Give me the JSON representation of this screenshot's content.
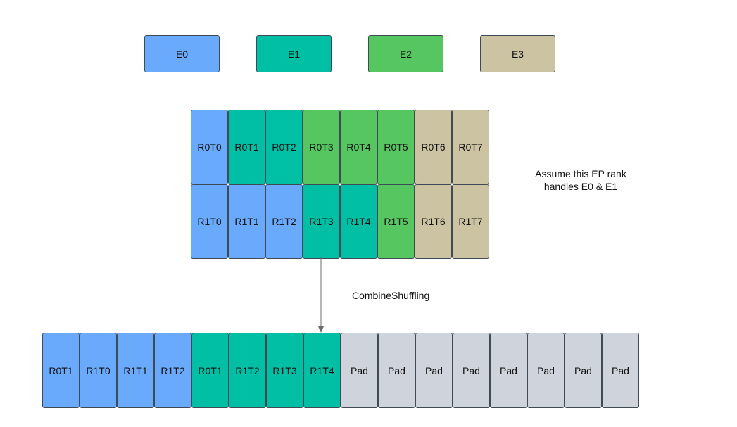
{
  "colors": {
    "E0": "#6aaafc",
    "E1": "#00bfa5",
    "E2": "#56c660",
    "E3": "#cbc3a1",
    "Pad": "#cfd4dc"
  },
  "legend": [
    {
      "label": "E0",
      "expert": "E0"
    },
    {
      "label": "E1",
      "expert": "E1"
    },
    {
      "label": "E2",
      "expert": "E2"
    },
    {
      "label": "E3",
      "expert": "E3"
    }
  ],
  "input_rows": [
    {
      "cells": [
        {
          "label": "R0T0",
          "expert": "E0"
        },
        {
          "label": "R0T1",
          "expert": "E1"
        },
        {
          "label": "R0T2",
          "expert": "E1"
        },
        {
          "label": "R0T3",
          "expert": "E2"
        },
        {
          "label": "R0T4",
          "expert": "E2"
        },
        {
          "label": "R0T5",
          "expert": "E2"
        },
        {
          "label": "R0T6",
          "expert": "E3"
        },
        {
          "label": "R0T7",
          "expert": "E3"
        }
      ]
    },
    {
      "cells": [
        {
          "label": "R1T0",
          "expert": "E0"
        },
        {
          "label": "R1T1",
          "expert": "E0"
        },
        {
          "label": "R1T2",
          "expert": "E0"
        },
        {
          "label": "R1T3",
          "expert": "E1"
        },
        {
          "label": "R1T4",
          "expert": "E1"
        },
        {
          "label": "R1T5",
          "expert": "E2"
        },
        {
          "label": "R1T6",
          "expert": "E3"
        },
        {
          "label": "R1T7",
          "expert": "E3"
        }
      ]
    }
  ],
  "note": {
    "line1": "Assume this EP rank",
    "line2": "handles E0 & E1"
  },
  "arrow_label": "CombineShuffling",
  "output": [
    {
      "label": "R0T1",
      "expert": "E0"
    },
    {
      "label": "R1T0",
      "expert": "E0"
    },
    {
      "label": "R1T1",
      "expert": "E0"
    },
    {
      "label": "R1T2",
      "expert": "E0"
    },
    {
      "label": "R0T1",
      "expert": "E1"
    },
    {
      "label": "R1T2",
      "expert": "E1"
    },
    {
      "label": "R1T3",
      "expert": "E1"
    },
    {
      "label": "R1T4",
      "expert": "E1"
    },
    {
      "label": "Pad",
      "expert": "Pad"
    },
    {
      "label": "Pad",
      "expert": "Pad"
    },
    {
      "label": "Pad",
      "expert": "Pad"
    },
    {
      "label": "Pad",
      "expert": "Pad"
    },
    {
      "label": "Pad",
      "expert": "Pad"
    },
    {
      "label": "Pad",
      "expert": "Pad"
    },
    {
      "label": "Pad",
      "expert": "Pad"
    },
    {
      "label": "Pad",
      "expert": "Pad"
    }
  ]
}
